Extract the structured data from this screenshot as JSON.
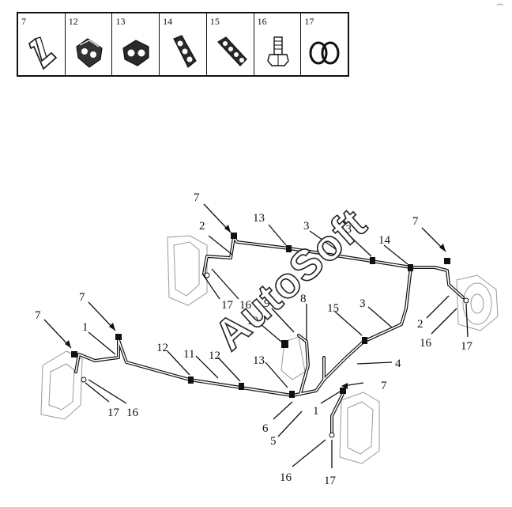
{
  "legend": {
    "items": [
      {
        "number": "7",
        "icon": "spring-clip-icon"
      },
      {
        "number": "12",
        "icon": "double-pipe-clip-icon"
      },
      {
        "number": "13",
        "icon": "pipe-clip-icon"
      },
      {
        "number": "14",
        "icon": "triple-pipe-clip-icon"
      },
      {
        "number": "15",
        "icon": "multi-pipe-clip-icon"
      },
      {
        "number": "16",
        "icon": "bleeder-bolt-icon"
      },
      {
        "number": "17",
        "icon": "sealing-washers-icon"
      }
    ]
  },
  "corner_mark": "෴",
  "watermark": "AutoSoft",
  "callouts": {
    "c7a": "7",
    "c13a": "13",
    "c3a": "3",
    "c13b": "13",
    "c14": "14",
    "c7b": "7",
    "c2a": "2",
    "c17a": "17",
    "c16a": "16",
    "c9": "9",
    "c8": "8",
    "c15": "15",
    "c3b": "3",
    "c10": "10",
    "c2b": "2",
    "c16b": "16",
    "c17b": "17",
    "c7c": "7",
    "c7d": "7",
    "c1a": "1",
    "c12a": "12",
    "c11": "11",
    "c12b": "12",
    "c13c": "13",
    "c4": "4",
    "c7e": "7",
    "c17c": "17",
    "c16c": "16",
    "c1b": "1",
    "c6": "6",
    "c5": "5",
    "c16d": "16",
    "c17d": "17"
  }
}
